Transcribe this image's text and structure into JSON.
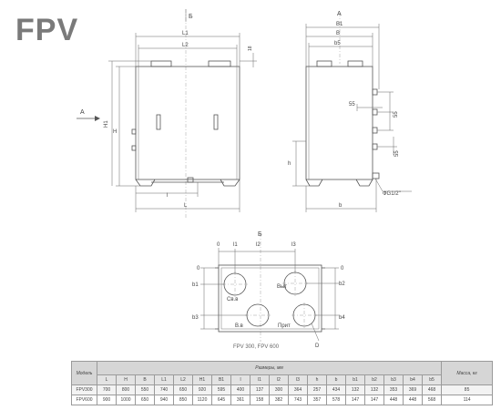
{
  "title": "FPV",
  "views": {
    "front": {
      "dims": {
        "L1": "L1",
        "L2": "L2",
        "H": "H",
        "H1": "H1",
        "l": "l",
        "L": "L",
        "d18": "18"
      },
      "section_mark": "Б",
      "arrow_mark": "A"
    },
    "side": {
      "dims": {
        "B1": "B1",
        "B": "B",
        "b5": "b5",
        "d55a": "55",
        "d55b": "55",
        "d55c": "55",
        "h": "h",
        "b": "b",
        "pipe": "ФG1/2\""
      },
      "arrow_mark": "A"
    },
    "top": {
      "section_mark": "Б",
      "dims": {
        "zero_x": "0",
        "l1": "l1",
        "l2": "l2",
        "l3": "l3",
        "zero_y": "0",
        "b1": "b1",
        "b2": "b2",
        "b3": "b3",
        "b4": "b4",
        "D": "D"
      },
      "ports": {
        "sv": "Св.в",
        "vyt": "Выт",
        "vv": "В.в",
        "prit": "Прит"
      },
      "caption": "FPV 300, FPV 600"
    }
  },
  "table": {
    "model_header": "Модель",
    "sizes_header": "Размеры, мм",
    "mass_header": "Масса, кг",
    "columns": [
      "L",
      "H",
      "B",
      "L1",
      "L2",
      "H1",
      "B1",
      "l",
      "l1",
      "l2",
      "l3",
      "h",
      "b",
      "b1",
      "b2",
      "b3",
      "b4",
      "b5"
    ],
    "rows": [
      {
        "model": "FPV300",
        "values": [
          "700",
          "800",
          "550",
          "740",
          "650",
          "920",
          "595",
          "400",
          "137",
          "300",
          "364",
          "257",
          "434",
          "132",
          "132",
          "353",
          "369",
          "468"
        ],
        "mass": "85"
      },
      {
        "model": "FPV600",
        "values": [
          "900",
          "1000",
          "650",
          "940",
          "850",
          "1120",
          "645",
          "361",
          "158",
          "382",
          "743",
          "357",
          "578",
          "147",
          "147",
          "448",
          "448",
          "568"
        ],
        "mass": "114"
      }
    ]
  }
}
